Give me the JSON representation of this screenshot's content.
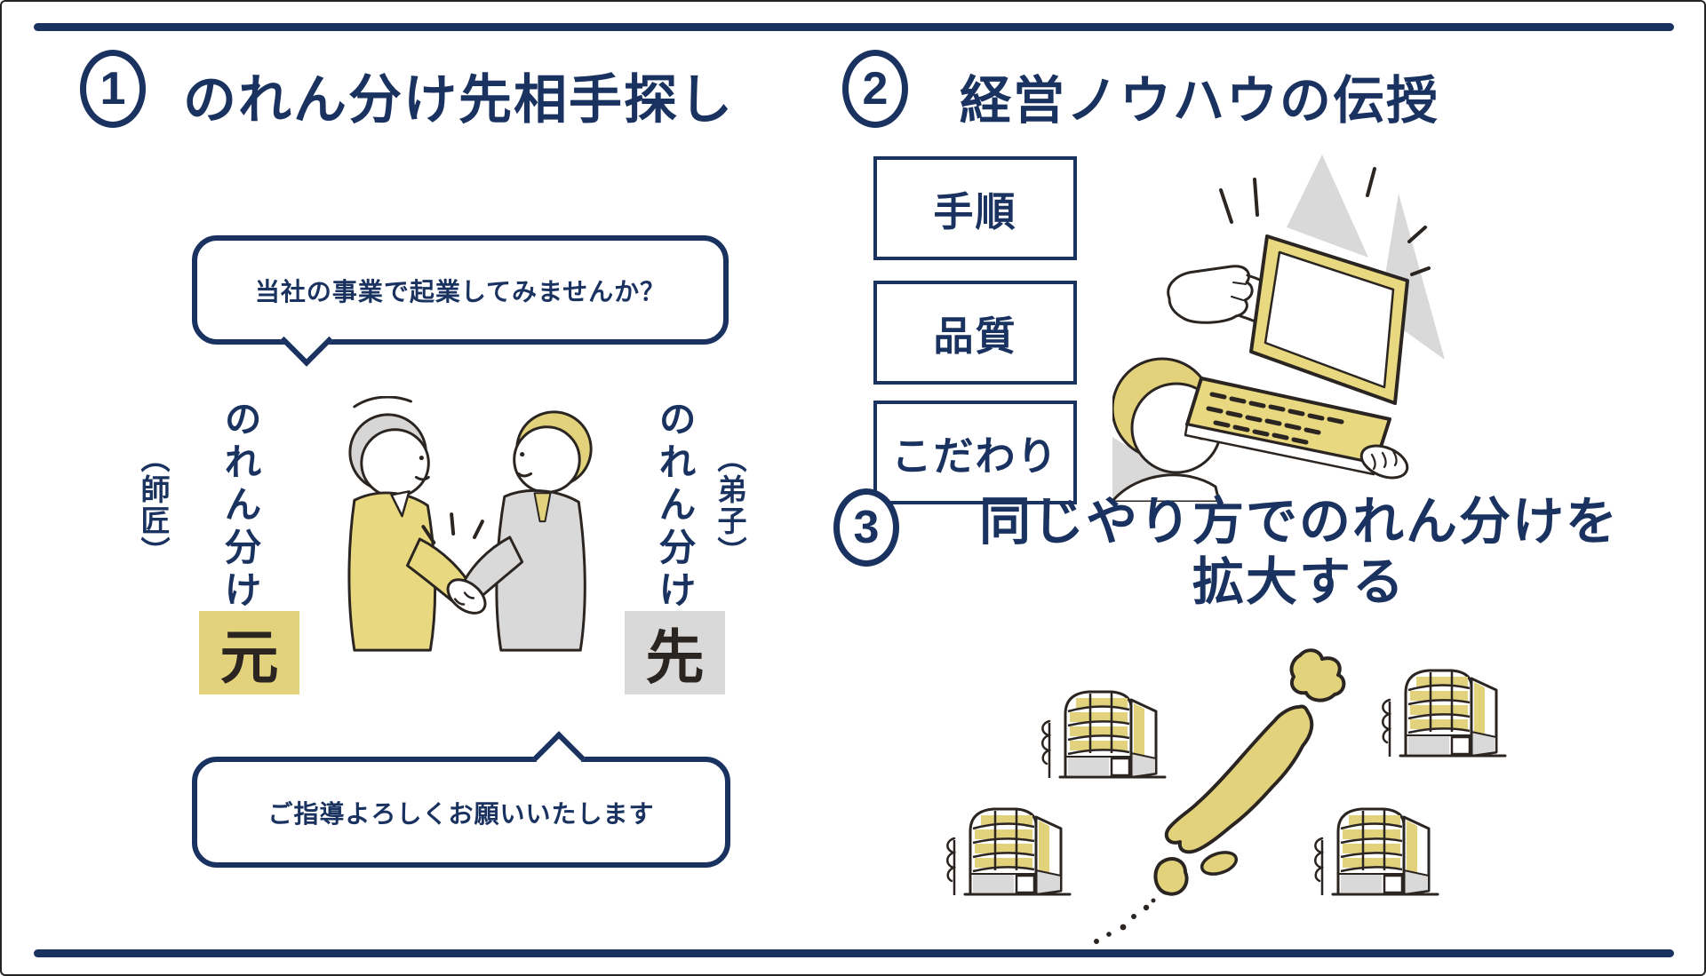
{
  "colors": {
    "navy": "#1a3260",
    "yellow": "#e3d27c",
    "gray": "#d9d9d9",
    "ink": "#2b2522"
  },
  "steps": {
    "one": {
      "number": "1",
      "title": "のれん分け先相手探し"
    },
    "two": {
      "number": "2",
      "title": "経営ノウハウの伝授"
    },
    "three": {
      "number": "3",
      "title_line1": "同じやり方でのれん分けを",
      "title_line2": "拡大する"
    }
  },
  "bubbles": {
    "top": "当社の事業で起業してみませんか？",
    "bottom": "ご指導よろしくお願いいたします"
  },
  "roles": {
    "master": {
      "label": "のれん分け",
      "sub": "（師匠）",
      "badge": "元"
    },
    "apprentice": {
      "label": "のれん分け",
      "sub": "（弟子）",
      "badge": "先"
    }
  },
  "knowhow_items": [
    "手順",
    "品質",
    "こだわり"
  ]
}
